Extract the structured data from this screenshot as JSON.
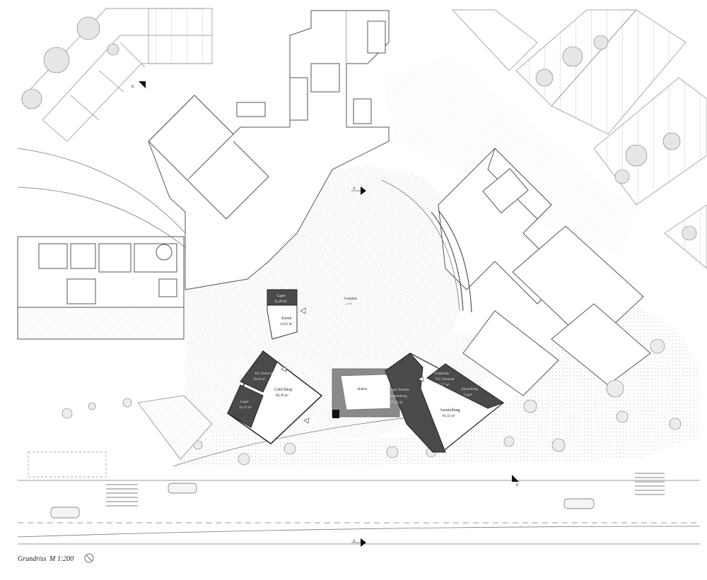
{
  "title": {
    "name": "Grundriss",
    "scale": "M 1:200"
  },
  "section_markers": {
    "a": "A",
    "b": "B"
  },
  "rooms": {
    "lager_top": {
      "name": "Lager",
      "area": "11,29 m²"
    },
    "festplatz": {
      "name": "Festplatz",
      "sub": "ca. m²"
    },
    "kiosk": {
      "name": "Kiosk",
      "area": "14,65 m²"
    },
    "wc_bereich": {
      "name": "WC Bereich",
      "area": "20,64 m²"
    },
    "lager_left": {
      "name": "Lager",
      "area": "16,19 m²"
    },
    "cafe": {
      "name": "Café/Shop",
      "area": "68,39 m²"
    },
    "buehne": {
      "name": "Bühne"
    },
    "lager_technik": {
      "name": "Lager Technik",
      "line2": "Ausstellung",
      "area": "37,41 m²"
    },
    "umkleide": {
      "name": "Umkleide",
      "line2": "WC Personal",
      "area": "24,17 m²"
    },
    "ausstellung_lager": {
      "name": "Ausstellung",
      "line2": "Lager"
    },
    "ausstellung": {
      "name": "Ausstellung",
      "area": "81,43 m²"
    }
  },
  "colors": {
    "line": "#555555",
    "dark_fill": "#4a4a4a",
    "stage_frame": "#8a8a8a",
    "paving": "#c8c8c8"
  }
}
